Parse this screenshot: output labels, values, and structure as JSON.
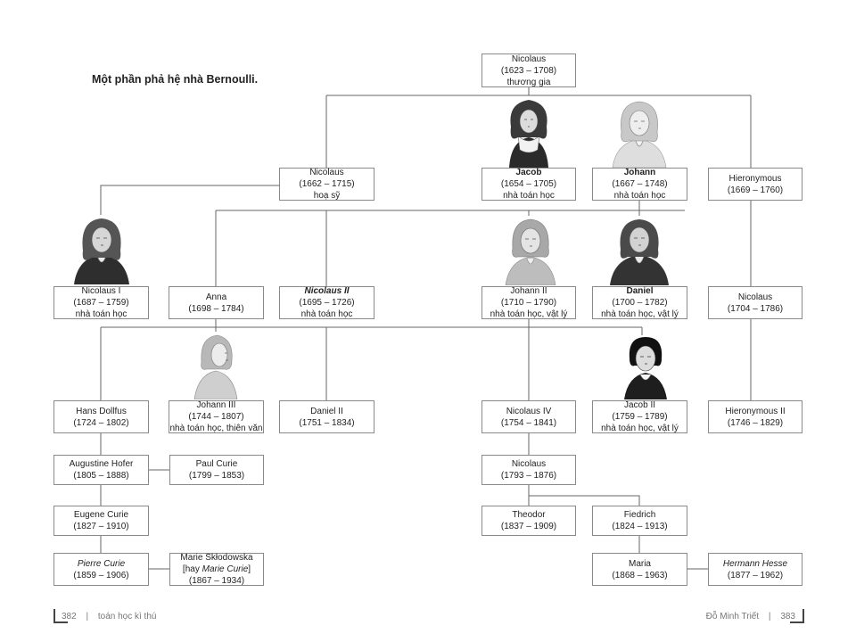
{
  "title": "Một phần phả hệ nhà Bernoulli.",
  "nodes": {
    "nicolaus_1623": {
      "name": "Nicolaus",
      "years": "(1623 – 1708)",
      "role": "thương gia"
    },
    "nicolaus_1662": {
      "name": "Nicolaus",
      "years": "(1662 – 1715)",
      "role": "hoạ sỹ"
    },
    "jacob": {
      "name": "Jacob",
      "years": "(1654 – 1705)",
      "role": "nhà toán học"
    },
    "johann": {
      "name": "Johann",
      "years": "(1667 – 1748)",
      "role": "nhà toán học"
    },
    "hieronymous": {
      "name": "Hieronymous",
      "years": "(1669 – 1760)"
    },
    "nicolaus_i": {
      "name": "Nicolaus I",
      "years": "(1687 – 1759)",
      "role": "nhà toán học"
    },
    "anna": {
      "name": "Anna",
      "years": "(1698 – 1784)"
    },
    "nicolaus_ii": {
      "name": "Nicolaus II",
      "years": "(1695 – 1726)",
      "role": "nhà toán học"
    },
    "johann_ii": {
      "name": "Johann II",
      "years": "(1710 – 1790)",
      "role": "nhà toán học, vật lý"
    },
    "daniel": {
      "name": "Daniel",
      "years": "(1700 – 1782)",
      "role": "nhà toán học, vật lý"
    },
    "nicolaus_1704": {
      "name": "Nicolaus",
      "years": "(1704 – 1786)"
    },
    "hans_dollfus": {
      "name": "Hans Dollfus",
      "years": "(1724 – 1802)"
    },
    "johann_iii": {
      "name": "Johann III",
      "years": "(1744 – 1807)",
      "role": "nhà toán học, thiên văn"
    },
    "daniel_ii": {
      "name": "Daniel II",
      "years": "(1751 – 1834)"
    },
    "nicolaus_iv": {
      "name": "Nicolaus IV",
      "years": "(1754 – 1841)"
    },
    "jacob_ii": {
      "name": "Jacob II",
      "years": "(1759 – 1789)",
      "role": "nhà toán học, vật lý"
    },
    "hieronymous_ii": {
      "name": "Hieronymous II",
      "years": "(1746 – 1829)"
    },
    "augustine_hofer": {
      "name": "Augustine Hofer",
      "years": "(1805 – 1888)"
    },
    "paul_curie": {
      "name": "Paul Curie",
      "years": "(1799 – 1853)"
    },
    "nicolaus_1793": {
      "name": "Nicolaus",
      "years": "(1793 – 1876)"
    },
    "eugene_curie": {
      "name": "Eugene Curie",
      "years": "(1827 – 1910)"
    },
    "theodor": {
      "name": "Theodor",
      "years": "(1837 – 1909)"
    },
    "fiedrich": {
      "name": "Fiedrich",
      "years": "(1824 – 1913)"
    },
    "pierre_curie": {
      "name": "Pierre Curie",
      "years": "(1859 – 1906)"
    },
    "marie": {
      "name": "Marie Skłodowska",
      "alias_open": "[hay ",
      "alias": "Marie Curie",
      "alias_close": "]",
      "years": "(1867 – 1934)"
    },
    "maria": {
      "name": "Maria",
      "years": "(1868 – 1963)"
    },
    "hermann_hesse": {
      "name": "Hermann Hesse",
      "years": "(1877 – 1962)"
    }
  },
  "footer": {
    "left_page": "382",
    "left_text": "toán học kì thú",
    "right_text": "Đỗ Minh Triết",
    "right_page": "383"
  }
}
